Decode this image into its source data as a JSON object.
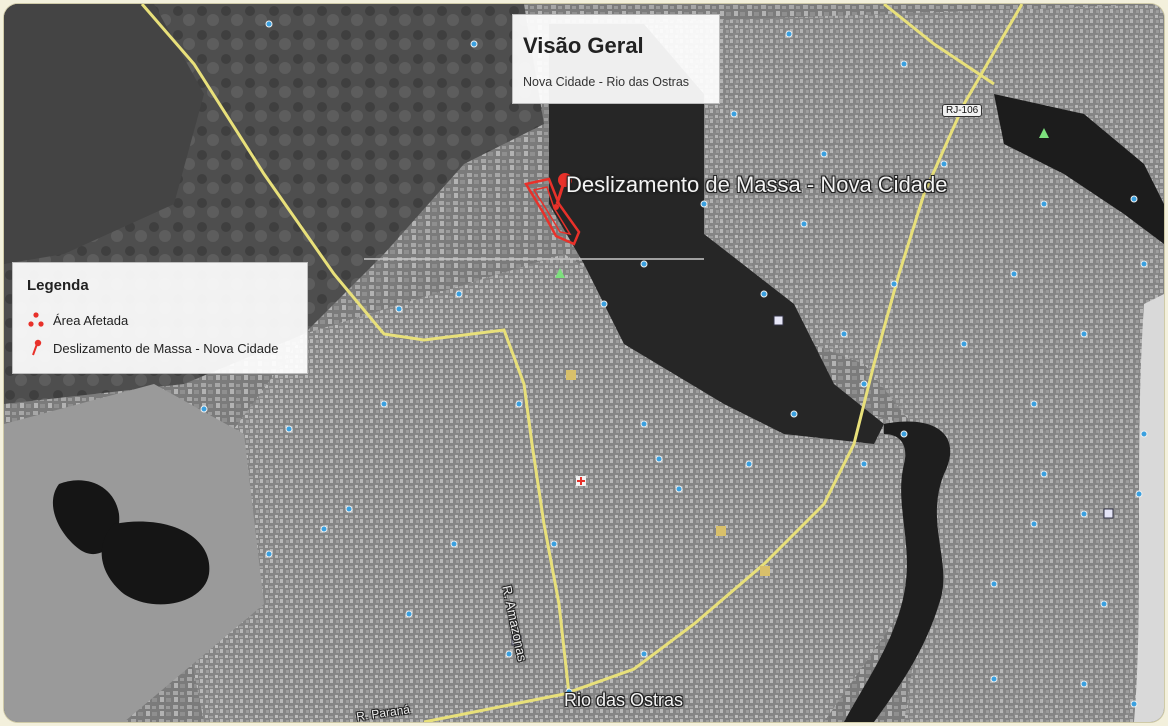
{
  "title": {
    "main": "Visão Geral",
    "subtitle": "Nova Cidade - Rio das Ostras"
  },
  "legend": {
    "title": "Legenda",
    "items": [
      {
        "label": "Área Afetada",
        "icon": "affected-area-icon",
        "color": "#e8312a"
      },
      {
        "label": "Deslizamento de Massa - Nova Cidade",
        "icon": "pushpin-icon",
        "color": "#e8312a"
      }
    ]
  },
  "map": {
    "placemark_label": "Deslizamento de Massa - Nova Cidade",
    "city_label": "Rio das Ostras",
    "road_labels": {
      "amazonas": "R. Amazonas",
      "parana": "R. Paraná",
      "highway_shield": "RJ-106"
    },
    "colors": {
      "road": "#e8e07a",
      "marker": "#e8312a",
      "water": "#1a1a1a",
      "pin": "#3aa0e0"
    }
  }
}
